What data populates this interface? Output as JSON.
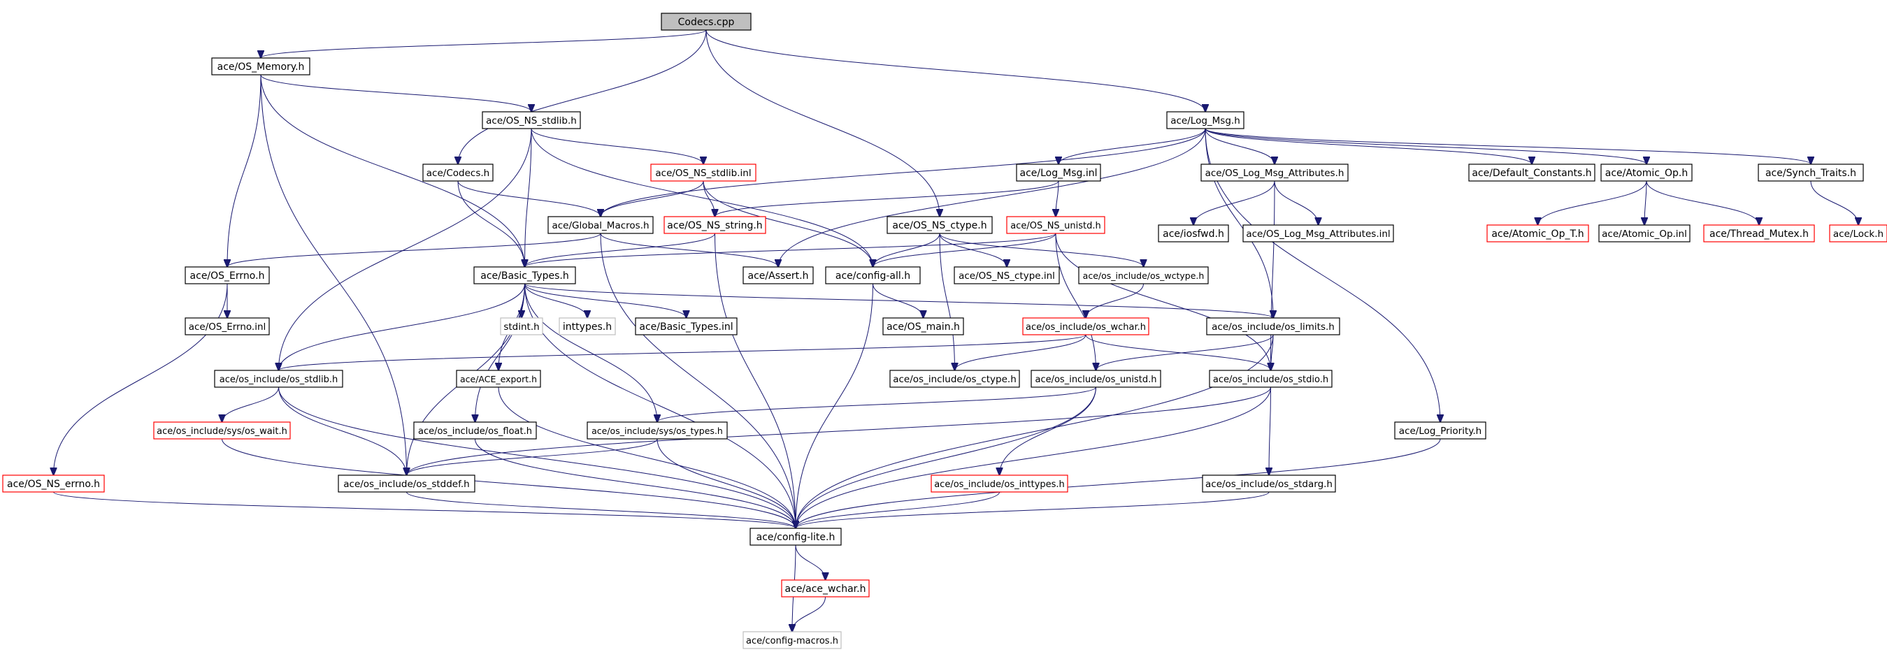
{
  "colors": {
    "default_border": "#000000",
    "highlight_border": "#ff0000",
    "undocumented_border": "#bfbfbf",
    "root_fill": "#bfbfbf",
    "edge": "#191970"
  },
  "nodes": [
    {
      "id": "codecs_cpp",
      "label": "Codecs.cpp",
      "kind": "root"
    },
    {
      "id": "os_memory",
      "label": "ace/OS_Memory.h",
      "kind": "default"
    },
    {
      "id": "os_ns_stdlib_h",
      "label": "ace/OS_NS_stdlib.h",
      "kind": "default"
    },
    {
      "id": "codecs_h",
      "label": "ace/Codecs.h",
      "kind": "default"
    },
    {
      "id": "log_msg",
      "label": "ace/Log_Msg.h",
      "kind": "default"
    },
    {
      "id": "os_ns_stdlib_inl",
      "label": "ace/OS_NS_stdlib.inl",
      "kind": "highlight"
    },
    {
      "id": "log_msg_inl",
      "label": "ace/Log_Msg.inl",
      "kind": "default"
    },
    {
      "id": "os_log_msg_attr",
      "label": "ace/OS_Log_Msg_Attributes.h",
      "kind": "default"
    },
    {
      "id": "default_constants",
      "label": "ace/Default_Constants.h",
      "kind": "default"
    },
    {
      "id": "atomic_op",
      "label": "ace/Atomic_Op.h",
      "kind": "default"
    },
    {
      "id": "synch_traits",
      "label": "ace/Synch_Traits.h",
      "kind": "default"
    },
    {
      "id": "global_macros",
      "label": "ace/Global_Macros.h",
      "kind": "default"
    },
    {
      "id": "os_ns_string",
      "label": "ace/OS_NS_string.h",
      "kind": "highlight"
    },
    {
      "id": "os_ns_ctype",
      "label": "ace/OS_NS_ctype.h",
      "kind": "default"
    },
    {
      "id": "os_ns_unistd",
      "label": "ace/OS_NS_unistd.h",
      "kind": "highlight"
    },
    {
      "id": "iosfwd",
      "label": "ace/iosfwd.h",
      "kind": "default"
    },
    {
      "id": "os_log_msg_attr_inl",
      "label": "ace/OS_Log_Msg_Attributes.inl",
      "kind": "default"
    },
    {
      "id": "atomic_op_t",
      "label": "ace/Atomic_Op_T.h",
      "kind": "highlight"
    },
    {
      "id": "atomic_op_inl",
      "label": "ace/Atomic_Op.inl",
      "kind": "default"
    },
    {
      "id": "thread_mutex",
      "label": "ace/Thread_Mutex.h",
      "kind": "highlight"
    },
    {
      "id": "lock_h",
      "label": "ace/Lock.h",
      "kind": "highlight"
    },
    {
      "id": "os_errno",
      "label": "ace/OS_Errno.h",
      "kind": "default"
    },
    {
      "id": "basic_types",
      "label": "ace/Basic_Types.h",
      "kind": "default"
    },
    {
      "id": "assert_h",
      "label": "ace/Assert.h",
      "kind": "default"
    },
    {
      "id": "config_all",
      "label": "ace/config-all.h",
      "kind": "default"
    },
    {
      "id": "os_ns_ctype_inl",
      "label": "ace/OS_NS_ctype.inl",
      "kind": "default"
    },
    {
      "id": "os_wctype",
      "label": "ace/os_include/os_wctype.h",
      "kind": "default"
    },
    {
      "id": "os_errno_inl",
      "label": "ace/OS_Errno.inl",
      "kind": "default"
    },
    {
      "id": "stdint",
      "label": "stdint.h",
      "kind": "undocumented"
    },
    {
      "id": "inttypes",
      "label": "inttypes.h",
      "kind": "undocumented"
    },
    {
      "id": "basic_types_inl",
      "label": "ace/Basic_Types.inl",
      "kind": "default"
    },
    {
      "id": "os_main",
      "label": "ace/OS_main.h",
      "kind": "default"
    },
    {
      "id": "os_wchar",
      "label": "ace/os_include/os_wchar.h",
      "kind": "highlight"
    },
    {
      "id": "os_limits",
      "label": "ace/os_include/os_limits.h",
      "kind": "default"
    },
    {
      "id": "os_stdlib_inc",
      "label": "ace/os_include/os_stdlib.h",
      "kind": "default"
    },
    {
      "id": "ace_export",
      "label": "ace/ACE_export.h",
      "kind": "default"
    },
    {
      "id": "os_ctype_inc",
      "label": "ace/os_include/os_ctype.h",
      "kind": "default"
    },
    {
      "id": "os_unistd_inc",
      "label": "ace/os_include/os_unistd.h",
      "kind": "default"
    },
    {
      "id": "os_stdio_inc",
      "label": "ace/os_include/os_stdio.h",
      "kind": "default"
    },
    {
      "id": "os_wait",
      "label": "ace/os_include/sys/os_wait.h",
      "kind": "highlight"
    },
    {
      "id": "os_float",
      "label": "ace/os_include/os_float.h",
      "kind": "default"
    },
    {
      "id": "os_types",
      "label": "ace/os_include/sys/os_types.h",
      "kind": "default"
    },
    {
      "id": "log_priority",
      "label": "ace/Log_Priority.h",
      "kind": "default"
    },
    {
      "id": "os_ns_errno",
      "label": "ace/OS_NS_errno.h",
      "kind": "highlight"
    },
    {
      "id": "os_stddef",
      "label": "ace/os_include/os_stddef.h",
      "kind": "default"
    },
    {
      "id": "os_inttypes",
      "label": "ace/os_include/os_inttypes.h",
      "kind": "highlight"
    },
    {
      "id": "os_stdarg",
      "label": "ace/os_include/os_stdarg.h",
      "kind": "default"
    },
    {
      "id": "config_lite",
      "label": "ace/config-lite.h",
      "kind": "default"
    },
    {
      "id": "ace_wchar",
      "label": "ace/ace_wchar.h",
      "kind": "highlight"
    },
    {
      "id": "config_macros",
      "label": "ace/config-macros.h",
      "kind": "undocumented"
    }
  ],
  "edges": [
    [
      "codecs_cpp",
      "os_memory"
    ],
    [
      "codecs_cpp",
      "codecs_h"
    ],
    [
      "codecs_cpp",
      "os_ns_ctype"
    ],
    [
      "codecs_cpp",
      "log_msg"
    ],
    [
      "os_memory",
      "os_ns_stdlib_h"
    ],
    [
      "os_memory",
      "os_errno"
    ],
    [
      "os_memory",
      "basic_types"
    ],
    [
      "os_memory",
      "os_stddef"
    ],
    [
      "os_ns_stdlib_h",
      "os_ns_stdlib_inl"
    ],
    [
      "os_ns_stdlib_h",
      "basic_types"
    ],
    [
      "os_ns_stdlib_h",
      "config_all"
    ],
    [
      "os_ns_stdlib_h",
      "os_stdlib_inc"
    ],
    [
      "os_ns_stdlib_inl",
      "global_macros"
    ],
    [
      "os_ns_stdlib_inl",
      "os_ns_string"
    ],
    [
      "os_ns_stdlib_inl",
      "config_all"
    ],
    [
      "codecs_h",
      "global_macros"
    ],
    [
      "codecs_h",
      "basic_types"
    ],
    [
      "log_msg",
      "global_macros"
    ],
    [
      "log_msg",
      "log_msg_inl"
    ],
    [
      "log_msg",
      "os_log_msg_attr"
    ],
    [
      "log_msg",
      "default_constants"
    ],
    [
      "log_msg",
      "atomic_op"
    ],
    [
      "log_msg",
      "synch_traits"
    ],
    [
      "log_msg",
      "assert_h"
    ],
    [
      "log_msg",
      "os_limits"
    ],
    [
      "log_msg",
      "log_priority"
    ],
    [
      "log_msg_inl",
      "os_ns_string"
    ],
    [
      "log_msg_inl",
      "os_ns_unistd"
    ],
    [
      "os_log_msg_attr",
      "iosfwd"
    ],
    [
      "os_log_msg_attr",
      "os_log_msg_attr_inl"
    ],
    [
      "os_log_msg_attr",
      "os_stdio_inc"
    ],
    [
      "atomic_op",
      "atomic_op_t"
    ],
    [
      "atomic_op",
      "atomic_op_inl"
    ],
    [
      "atomic_op",
      "thread_mutex"
    ],
    [
      "synch_traits",
      "lock_h"
    ],
    [
      "global_macros",
      "os_errno"
    ],
    [
      "global_macros",
      "assert_h"
    ],
    [
      "global_macros",
      "config_lite"
    ],
    [
      "os_ns_string",
      "basic_types"
    ],
    [
      "os_ns_string",
      "config_lite"
    ],
    [
      "os_ns_ctype",
      "config_all"
    ],
    [
      "os_ns_ctype",
      "os_ns_ctype_inl"
    ],
    [
      "os_ns_ctype",
      "os_wctype"
    ],
    [
      "os_ns_ctype",
      "os_ctype_inc"
    ],
    [
      "os_ns_unistd",
      "basic_types"
    ],
    [
      "os_ns_unistd",
      "config_all"
    ],
    [
      "os_ns_unistd",
      "os_unistd_inc"
    ],
    [
      "os_ns_unistd",
      "os_stdio_inc"
    ],
    [
      "os_errno",
      "os_errno_inl"
    ],
    [
      "os_errno",
      "os_ns_errno"
    ],
    [
      "basic_types",
      "stdint"
    ],
    [
      "basic_types",
      "inttypes"
    ],
    [
      "basic_types",
      "basic_types_inl"
    ],
    [
      "basic_types",
      "os_limits"
    ],
    [
      "basic_types",
      "os_stdlib_inc"
    ],
    [
      "basic_types",
      "ace_export"
    ],
    [
      "basic_types",
      "os_float"
    ],
    [
      "basic_types",
      "os_types"
    ],
    [
      "basic_types",
      "os_stddef"
    ],
    [
      "basic_types",
      "config_lite"
    ],
    [
      "config_all",
      "os_main"
    ],
    [
      "config_all",
      "config_lite"
    ],
    [
      "os_wctype",
      "os_wchar"
    ],
    [
      "os_wchar",
      "os_stdlib_inc"
    ],
    [
      "os_wchar",
      "os_ctype_inc"
    ],
    [
      "os_wchar",
      "os_stdio_inc"
    ],
    [
      "os_limits",
      "os_unistd_inc"
    ],
    [
      "os_limits",
      "os_stdio_inc"
    ],
    [
      "os_limits",
      "config_lite"
    ],
    [
      "os_stdlib_inc",
      "os_wait"
    ],
    [
      "os_stdlib_inc",
      "os_stddef"
    ],
    [
      "os_stdlib_inc",
      "config_lite"
    ],
    [
      "ace_export",
      "config_lite"
    ],
    [
      "os_unistd_inc",
      "os_types"
    ],
    [
      "os_unistd_inc",
      "os_inttypes"
    ],
    [
      "os_unistd_inc",
      "config_lite"
    ],
    [
      "os_stdio_inc",
      "os_stddef"
    ],
    [
      "os_stdio_inc",
      "os_stdarg"
    ],
    [
      "os_stdio_inc",
      "config_lite"
    ],
    [
      "os_wait",
      "config_lite"
    ],
    [
      "os_float",
      "config_lite"
    ],
    [
      "os_types",
      "os_stddef"
    ],
    [
      "os_types",
      "config_lite"
    ],
    [
      "log_priority",
      "config_lite"
    ],
    [
      "os_ns_errno",
      "config_lite"
    ],
    [
      "os_stddef",
      "config_lite"
    ],
    [
      "os_inttypes",
      "config_lite"
    ],
    [
      "os_stdarg",
      "config_lite"
    ],
    [
      "config_lite",
      "ace_wchar"
    ],
    [
      "config_lite",
      "config_macros"
    ],
    [
      "ace_wchar",
      "config_macros"
    ]
  ]
}
